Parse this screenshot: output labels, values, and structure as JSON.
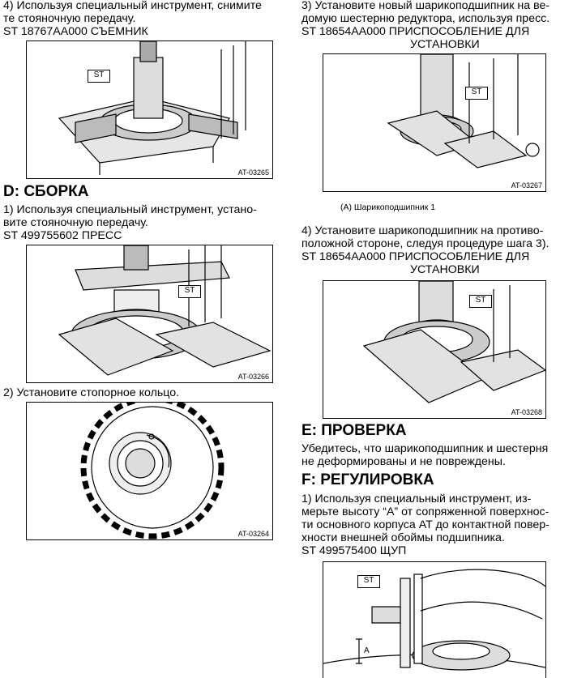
{
  "left": {
    "step4_line1": "4) Используя специальный инструмент, снимите",
    "step4_line2": "те стояночную передачу.",
    "step4_tool": "ST    18767AA000   СЪЕМНИК",
    "fig1": {
      "st_label": "ST",
      "id": "AT-03265"
    },
    "section_d": "D:  СБОРКА",
    "d1_line1": "1) Используя специальный инструмент, устано-",
    "d1_line2": "вите стояночную передачу.",
    "d1_tool": "ST    499755602      ПРЕСС",
    "fig2": {
      "st_label": "ST",
      "id": "AT-03266"
    },
    "d2": "2) Установите стопорное кольцо.",
    "fig3": {
      "id": "AT-03264"
    }
  },
  "right": {
    "d3_line1": "3) Установите новый шарикоподшипник на ве-",
    "d3_line2": "домую шестерню редуктора, используя пресс.",
    "d3_tool": "ST    18654AA000   ПРИСПОСОБЛЕНИЕ ДЛЯ",
    "d3_tool2": "УСТАНОВКИ",
    "fig4": {
      "st_label": "ST",
      "id": "AT-03267"
    },
    "fig4_caption": "(A)   Шарикоподшипник 1",
    "d4_line1": "4) Установите шарикоподшипник на противо-",
    "d4_line2": "положной стороне, следуя процедуре шага 3).",
    "d4_tool": "ST    18654AA000   ПРИСПОСОБЛЕНИЕ ДЛЯ",
    "d4_tool2": "УСТАНОВКИ",
    "fig5": {
      "st_label": "ST",
      "id": "AT-03268"
    },
    "section_e": "E:  ПРОВЕРКА",
    "e_line1": "Убедитесь, что шарикоподшипник и шестерня",
    "e_line2": "не деформированы и не повреждены.",
    "section_f": "F:  РЕГУЛИРОВКА",
    "f1_line1": "1) Используя   специальный   инструмент,   из-",
    "f1_line2": "мерьте высоту “A” от сопряженной поверхнос-",
    "f1_line3": "ти основного корпуса AT до контактной повер-",
    "f1_line4": "хности внешней обоймы подшипника.",
    "f1_tool": "ST    499575400       ЩУП",
    "fig6": {
      "st_label": "ST",
      "a_label": "A"
    }
  }
}
